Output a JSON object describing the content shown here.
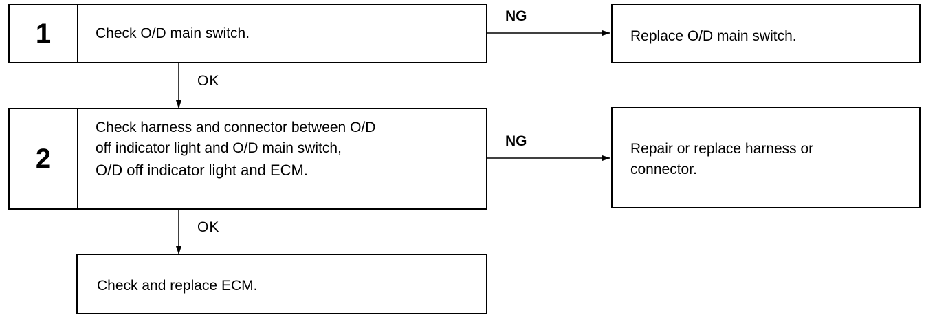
{
  "steps": [
    {
      "number": "1",
      "text": "Check O/D main switch.",
      "ng_label": "NG",
      "ng_action": "Replace O/D main switch.",
      "ok_label": "OK"
    },
    {
      "number": "2",
      "text_lines": [
        "Check harness and connector between O/D",
        "off indicator light and O/D main switch,",
        "O/D off indicator light and ECM."
      ],
      "ng_label": "NG",
      "ng_action_lines": [
        "Repair or replace harness or",
        "connector."
      ],
      "ok_label": "OK"
    }
  ],
  "final_action": "Check and replace ECM."
}
